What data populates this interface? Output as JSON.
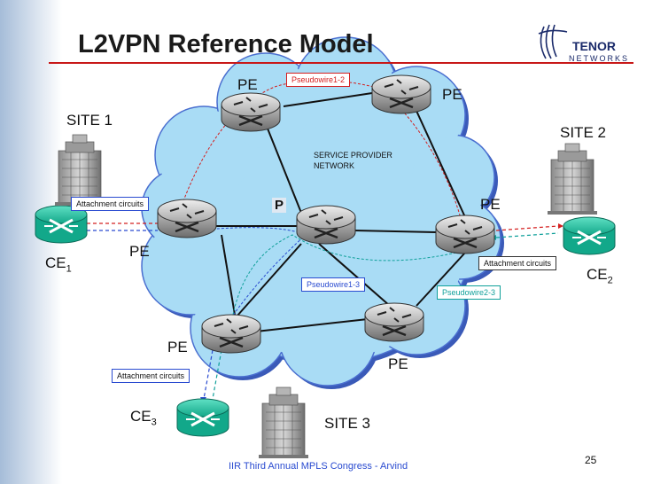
{
  "slide": {
    "title": "L2VPN Reference Model",
    "logo": {
      "main": "TENOR",
      "sub": "NETWORKS"
    },
    "page_number": "25",
    "footer": "IIR Third  Annual MPLS Congress - Arvind"
  },
  "sites": {
    "site1": "SITE 1",
    "site2": "SITE 2",
    "site3": "SITE 3"
  },
  "routers": {
    "pe_label": "PE",
    "p_label": "P"
  },
  "ce": {
    "ce1": {
      "main": "CE",
      "sub": "1"
    },
    "ce2": {
      "main": "CE",
      "sub": "2"
    },
    "ce3": {
      "main": "CE",
      "sub": "3"
    }
  },
  "labels": {
    "service_provider": "SERVICE PROVIDER",
    "network": "NETWORK",
    "attachment_circuits": "Attachment circuits",
    "pseudowire_1_2": "Pseudowire1-2",
    "pseudowire_1_3": "Pseudowire1-3",
    "pseudowire_2_3": "Pseudowire2-3"
  },
  "colors": {
    "title_rule": "#c81818",
    "cloud": "#a9dcf5",
    "cloud_edge": "#4a6fd0",
    "pw12": "#d42020",
    "pw13": "#2a4bd0",
    "pw23": "#10a09a",
    "ce": "#1ab89a"
  }
}
